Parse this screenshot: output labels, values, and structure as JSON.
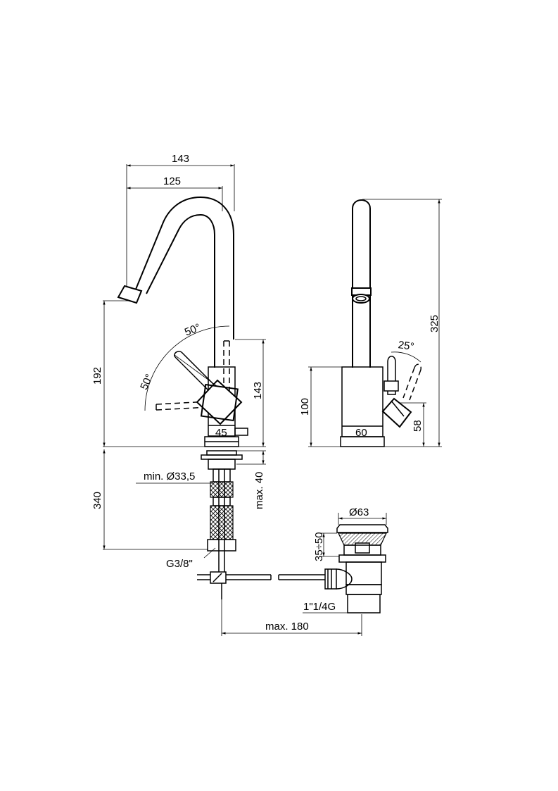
{
  "labels": {
    "w143": "143",
    "w125": "125",
    "h192": "192",
    "ang50a": "50°",
    "ang50b": "50°",
    "h143": "143",
    "w45": "45",
    "min335": "min. Ø33,5",
    "max40": "max. 40",
    "h340": "340",
    "g38": "G3/8\"",
    "h325": "325",
    "ang25": "25°",
    "h100": "100",
    "w60": "60",
    "h58": "58",
    "d63": "Ø63",
    "h3550": "35÷50",
    "w114g": "1\"1/4G",
    "max180": "max. 180"
  }
}
